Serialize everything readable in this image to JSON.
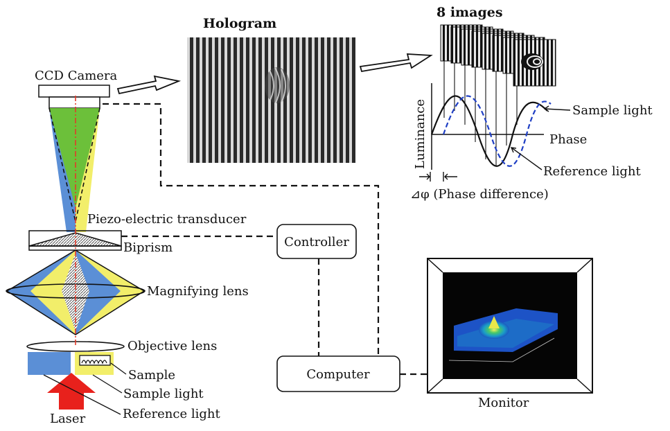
{
  "labels": {
    "ccd_camera": "CCD Camera",
    "hologram": "Hologram",
    "eight_images": "8 images",
    "luminance": "Luminance",
    "sample_light_graph": "Sample light",
    "phase": "Phase",
    "reference_light_graph": "Reference light",
    "phase_difference": "⊿φ (Phase difference)",
    "piezo": "Piezo-electric transducer",
    "controller": "Controller",
    "biprism": "Biprism",
    "magnifying_lens": "Magnifying lens",
    "objective_lens": "Objective lens",
    "sample": "Sample",
    "sample_light": "Sample light",
    "computer": "Computer",
    "laser": "Laser",
    "reference_light": "Reference light",
    "monitor": "Monitor"
  },
  "colors": {
    "blue_beam": "#5b8fd6",
    "yellow_beam": "#f2ee6a",
    "green_beam": "#6cc03a",
    "laser_arrow": "#e8211c",
    "axis_line": "#e23a2a",
    "reference_curve": "#1f3fc4",
    "monitor_screen": "#050505"
  },
  "icons": {
    "arrow": "block-arrow-right-icon",
    "laser": "block-arrow-up-icon"
  }
}
